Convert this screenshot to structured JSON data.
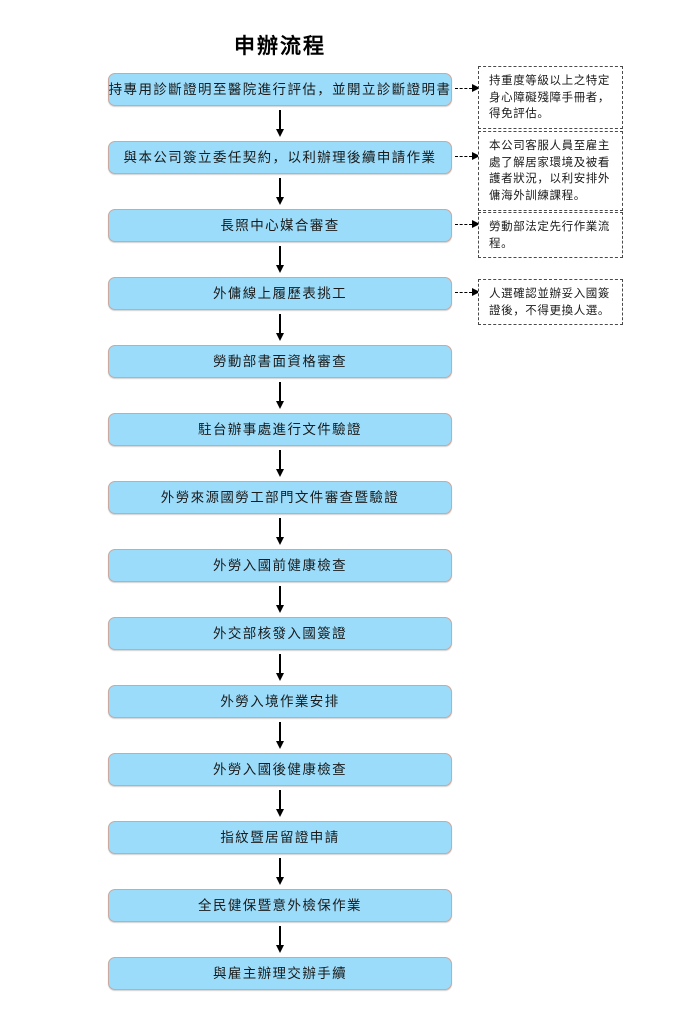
{
  "document": {
    "title": "申辦流程"
  },
  "theme": {
    "box_fill": "#9bdcfa",
    "box_border": "#c9a9a0",
    "note_border": "#4a4a4a",
    "note_fill": "#ffffff",
    "arrow_color": "#000000",
    "page_background": "#ffffff",
    "text_color": "#1a1a1a"
  },
  "flow": {
    "steps": [
      {
        "index": 1,
        "label": "持專用診斷證明至醫院進行評估，並開立診斷證明書"
      },
      {
        "index": 2,
        "label": "與本公司簽立委任契約，以利辦理後續申請作業"
      },
      {
        "index": 3,
        "label": "長照中心媒合審查"
      },
      {
        "index": 4,
        "label": "外傭線上履歷表挑工"
      },
      {
        "index": 5,
        "label": "勞動部書面資格審查"
      },
      {
        "index": 6,
        "label": "駐台辦事處進行文件驗證"
      },
      {
        "index": 7,
        "label": "外勞來源國勞工部門文件審查暨驗證"
      },
      {
        "index": 8,
        "label": "外勞入國前健康檢查"
      },
      {
        "index": 9,
        "label": "外交部核發入國簽證"
      },
      {
        "index": 10,
        "label": "外勞入境作業安排"
      },
      {
        "index": 11,
        "label": "外勞入國後健康檢查"
      },
      {
        "index": 12,
        "label": "指紋暨居留證申請"
      },
      {
        "index": 13,
        "label": "全民健保暨意外檢保作業"
      },
      {
        "index": 14,
        "label": "與雇主辦理交辦手續"
      }
    ]
  },
  "notes": [
    {
      "attached_to_step": 1,
      "text": "持重度等級以上之特定身心障礙殘障手冊者，得免評估。"
    },
    {
      "attached_to_step": 2,
      "text": "本公司客服人員至雇主處了解居家環境及被看護者狀況，以利安排外傭海外訓練課程。"
    },
    {
      "attached_to_step": 3,
      "text": "勞動部法定先行作業流程。"
    },
    {
      "attached_to_step": 4,
      "text": "人選確認並辦妥入國簽證後，不得更換人選。"
    }
  ]
}
